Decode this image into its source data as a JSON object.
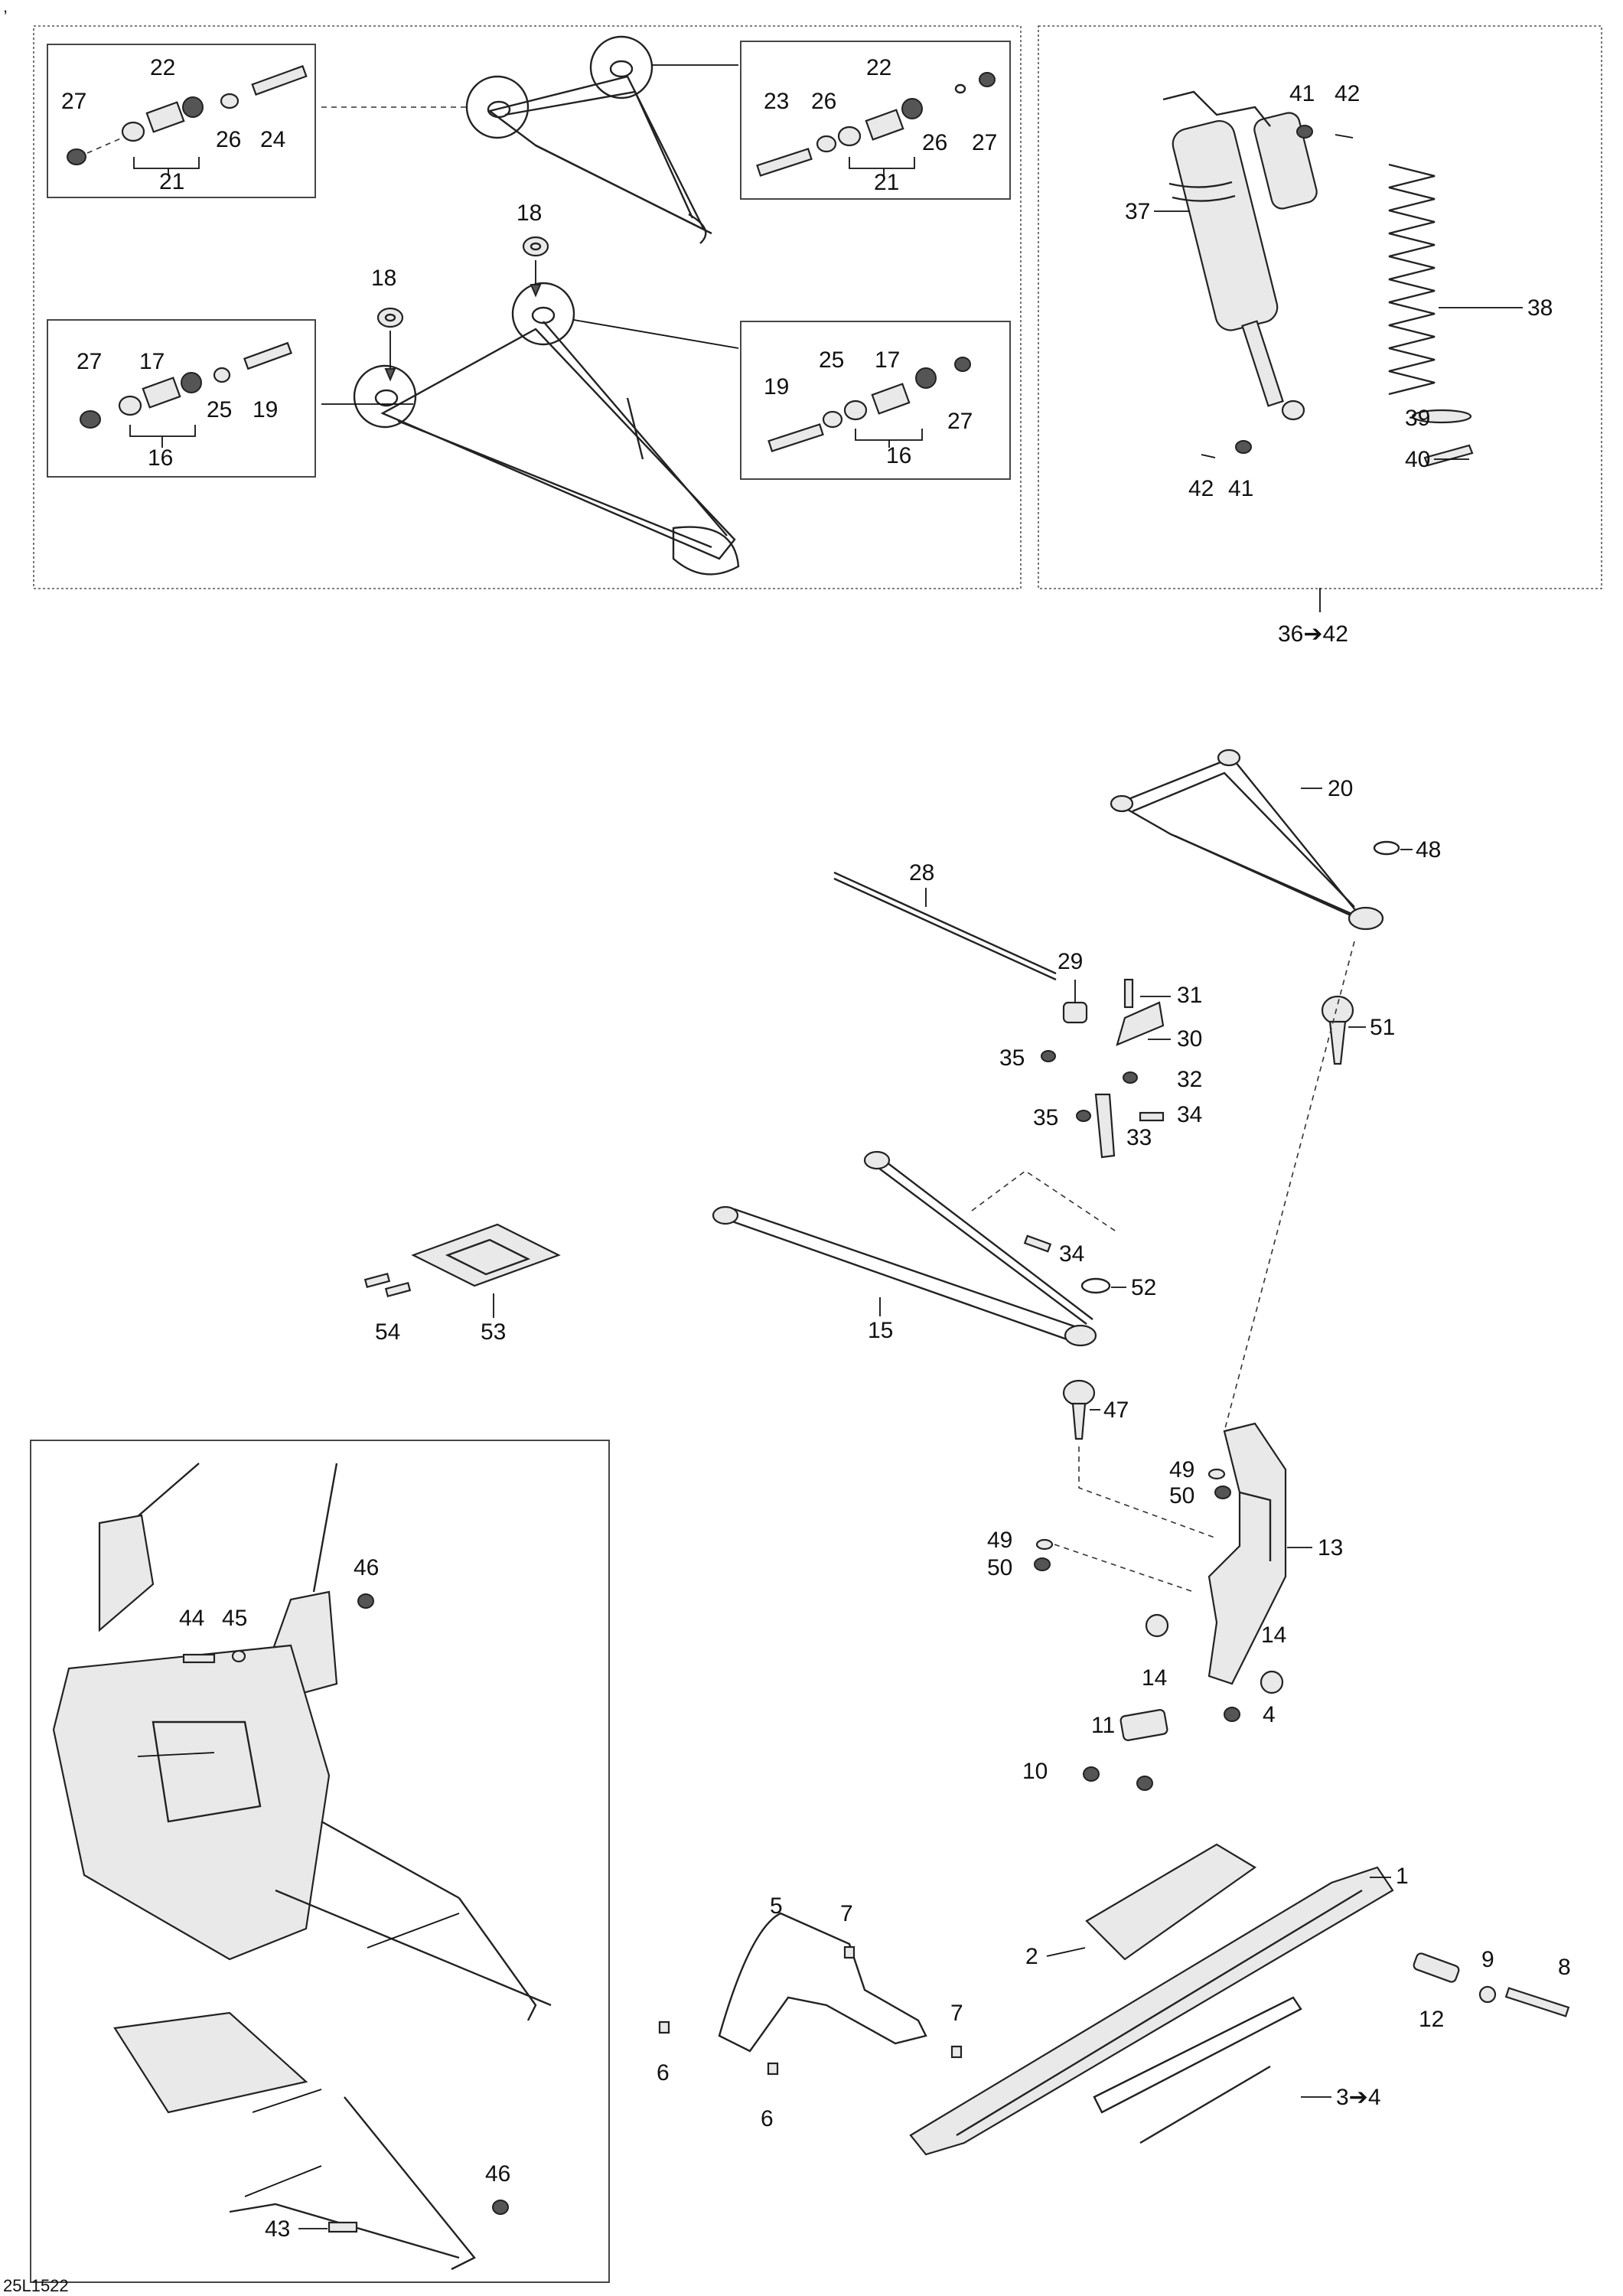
{
  "diagram_code": "25L1522",
  "corner_mark": ",",
  "labels": {
    "l1": "1",
    "l2": "2",
    "l3_4": "3➔4",
    "l4": "4",
    "l5": "5",
    "l6": "6",
    "l7": "7",
    "l8": "8",
    "l9": "9",
    "l10": "10",
    "l11": "11",
    "l12": "12",
    "l13": "13",
    "l14": "14",
    "l15": "15",
    "l16": "16",
    "l17": "17",
    "l18": "18",
    "l19": "19",
    "l20": "20",
    "l21": "21",
    "l22": "22",
    "l23": "23",
    "l24": "24",
    "l25": "25",
    "l26": "26",
    "l27": "27",
    "l28": "28",
    "l29": "29",
    "l30": "30",
    "l31": "31",
    "l32": "32",
    "l33": "33",
    "l34": "34",
    "l35": "35",
    "l36_42": "36➔42",
    "l37": "37",
    "l38": "38",
    "l39": "39",
    "l40": "40",
    "l41": "41",
    "l42": "42",
    "l43": "43",
    "l44": "44",
    "l45": "45",
    "l46": "46",
    "l47": "47",
    "l48": "48",
    "l49": "49",
    "l50": "50",
    "l51": "51",
    "l52": "52",
    "l53": "53",
    "l54": "54"
  }
}
